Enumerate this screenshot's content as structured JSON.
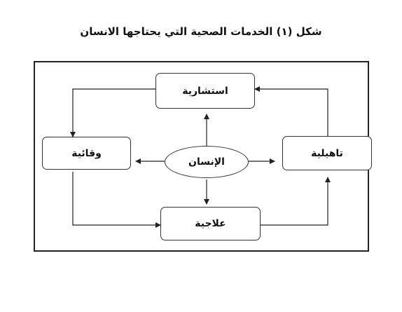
{
  "title": "شكل (١) الخدمات الصحية التي يحتاجها الانسان",
  "center": {
    "label": "الإنسان"
  },
  "nodes": {
    "top": {
      "label": "استشارية"
    },
    "left": {
      "label": "وقائية"
    },
    "right": {
      "label": "تاهيلية"
    },
    "bottom": {
      "label": "علاجية"
    }
  },
  "colors": {
    "stroke": "#222222",
    "background": "#ffffff"
  }
}
